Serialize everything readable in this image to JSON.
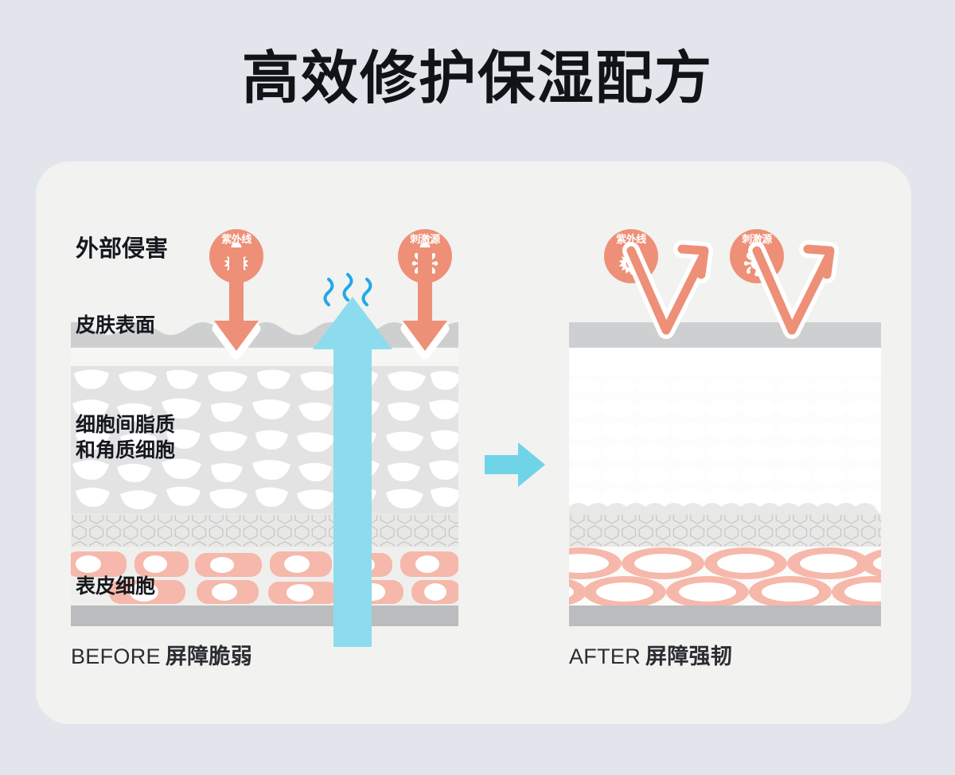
{
  "title": "高效修护保湿配方",
  "colors": {
    "page_background": "#e2e5ec",
    "card_background": "#f2f2f1",
    "accent_coral": "#ed9077",
    "accent_cyan": "#7fd9e8",
    "cell_pink": "#f5b8ab",
    "surface_gray": "#cecfd1",
    "dermis_gray": "#bbbcbd",
    "text_dark": "#15181c"
  },
  "labels": {
    "external_invasion": "外部侵害",
    "skin_surface": "皮肤表面",
    "intercellular_lipids": "细胞间脂质\n和角质细胞",
    "intercellular_lipids_line1": "细胞间脂质",
    "intercellular_lipids_line2": "和角质细胞",
    "epidermal_cells": "表皮细胞"
  },
  "badges": {
    "uv": {
      "label": "紫外线",
      "icon": "sun-icon"
    },
    "irritant": {
      "label": "刺激源",
      "icon": "virus-icon"
    }
  },
  "panels": {
    "before": {
      "caption_en": "BEFORE",
      "caption_cn": "屏障脆弱",
      "surface_state": "rough-notched",
      "corneocyte_state": "disorganized-gaps",
      "epidermal_state": "shrunken-irregular",
      "moisture_loss": true,
      "penetration": "arrows-enter-downward"
    },
    "after": {
      "caption_en": "AFTER",
      "caption_cn": "屏障强韧",
      "surface_state": "smooth-flat",
      "corneocyte_state": "ordered-brick-rows",
      "epidermal_state": "plump-aligned",
      "moisture_loss": false,
      "penetration": "arrows-deflect-upward"
    }
  },
  "icons": {
    "moisture_evaporation": "wavy-steam-icon",
    "moisture_loss_arrow": "cyan-up-arrow-icon",
    "transition_arrow": "cyan-right-arrow-icon",
    "invade_arrow": "coral-down-arrow-icon",
    "deflect_arrow": "coral-bounce-arrow-icon"
  }
}
